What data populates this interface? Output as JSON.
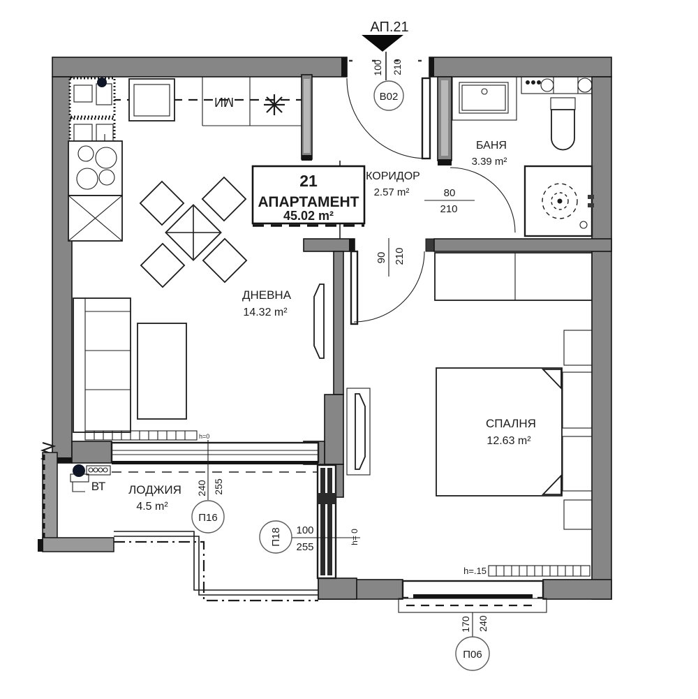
{
  "title": {
    "label": "АП.21"
  },
  "entrance": {
    "ref": "В02",
    "num": "100",
    "den": "210"
  },
  "apartment": {
    "number": "21",
    "type": "АПАРТАМЕНТ",
    "area": "45.02 m²"
  },
  "rooms": {
    "corridor": {
      "name": "КОРИДОР",
      "area": "2.57 m²"
    },
    "bathroom": {
      "name": "БАНЯ",
      "area": "3.39 m²"
    },
    "living": {
      "name": "ДНЕВНА",
      "area": "14.32 m²"
    },
    "bedroom": {
      "name": "СПАЛНЯ",
      "area": "12.63 m²"
    },
    "loggia": {
      "name": "ЛОДЖИЯ",
      "area": "4.5 m²"
    }
  },
  "doors": {
    "bathroom": {
      "num": "80",
      "den": "210"
    },
    "bedroom": {
      "num": "90",
      "den": "210"
    }
  },
  "openings": {
    "p16": {
      "ref": "П16",
      "num": "240",
      "den": "255"
    },
    "p18": {
      "ref": "П18",
      "num": "100",
      "den": "255",
      "threshold": "h= 0"
    },
    "p06": {
      "ref": "П06",
      "num": "170",
      "den": "240"
    }
  },
  "annotations": {
    "vt": "ВТ",
    "radiator_bedroom": "h=.15",
    "radiator_living": "h=0",
    "kitchen_mi": "МИ"
  },
  "colors": {
    "wall": "#868686",
    "line": "#1c1c1c",
    "accent_dark": "#0d1526"
  }
}
